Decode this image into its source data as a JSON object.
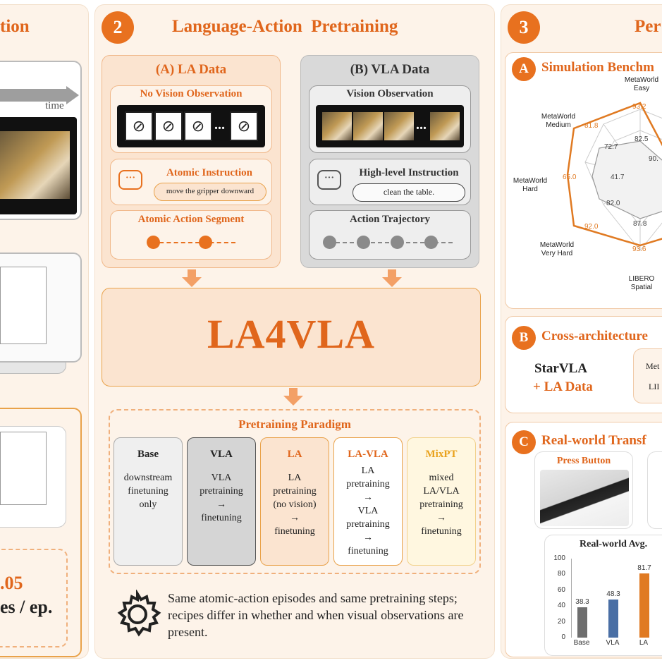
{
  "left_panel": {
    "title_tail": "tion",
    "time_label": "time",
    "stat_value": ".05",
    "stat_unit": "es / ep."
  },
  "middle_panel": {
    "number": "2",
    "title": "Language-Action  Pretraining",
    "la_data": {
      "title": "(A) LA Data",
      "no_vision": "No Vision Observation",
      "frame_more": "...",
      "atomic_instruction_title": "Atomic Instruction",
      "atomic_instruction_text": "move the gripper downward",
      "atomic_action_segment": "Atomic Action Segment"
    },
    "vla_data": {
      "title": "(B) VLA Data",
      "vision": "Vision Observation",
      "frame_more": "...",
      "high_level_title": "High-level Instruction",
      "high_level_text": "clean the table.",
      "action_trajectory": "Action Trajectory"
    },
    "model_name": "LA4VLA",
    "paradigm": {
      "title": "Pretraining Paradigm",
      "columns": [
        {
          "name": "Base",
          "l1": "downstream",
          "l2": "finetuning",
          "l3": "only",
          "l4": "",
          "l5": "",
          "l6": "",
          "l7": ""
        },
        {
          "name": "VLA",
          "l1": "VLA",
          "l2": "pretraining",
          "l3": "→",
          "l4": "finetuning",
          "l5": "",
          "l6": "",
          "l7": ""
        },
        {
          "name": "LA",
          "l1": "LA",
          "l2": "pretraining",
          "l3": "(no vision)",
          "l4": "→",
          "l5": "finetuning",
          "l6": "",
          "l7": ""
        },
        {
          "name": "LA-VLA",
          "l1": "LA",
          "l2": "pretraining",
          "l3": "→",
          "l4": "VLA",
          "l5": "pretraining",
          "l6": "→",
          "l7": "finetuning"
        },
        {
          "name": "MixPT",
          "l1": "mixed",
          "l2": "LA/VLA",
          "l3": "pretraining",
          "l4": "→",
          "l5": "finetuning",
          "l6": "",
          "l7": ""
        }
      ]
    },
    "note": "Same atomic-action episodes and same pretraining steps; recipes differ in whether and when visual observations are present."
  },
  "right_panel": {
    "number": "3",
    "title_tail": "Per",
    "sim": {
      "badge": "A",
      "title": "Simulation Benchm",
      "axes": {
        "easy": "MetaWorld\nEasy",
        "medium": "MetaWorld\nMedium",
        "hard": "MetaWorld\nHard",
        "very_hard": "MetaWorld\nVery Hard",
        "spatial": "LIBERO\nSpatial"
      },
      "outer_values": {
        "easy": "93.2",
        "medium": "81.8",
        "hard": "65.0",
        "very_hard": "92.0",
        "spatial": "93.6"
      },
      "inner_values": {
        "easy": "82.5",
        "medium": "72.7",
        "hard": "41.7",
        "very_hard": "82.0",
        "spatial": "87.8",
        "extra": "90."
      }
    },
    "cross": {
      "badge": "B",
      "title": "Cross-architecture",
      "line1": "StarVLA",
      "line2": "+ LA Data",
      "box_line1": "Met",
      "box_line2": "LII"
    },
    "real": {
      "badge": "C",
      "title": "Real-world Transf",
      "task": "Press Button",
      "chart_title": "Real-world Avg."
    }
  },
  "chart_data": {
    "type": "bar",
    "title": "Real-world Avg.",
    "categories": [
      "Base",
      "VLA",
      "LA"
    ],
    "values": [
      38.3,
      48.3,
      81.7
    ],
    "ylim": [
      0,
      100
    ],
    "yticks": [
      0,
      20,
      40,
      60,
      80,
      100
    ],
    "colors": [
      "#6e6e6e",
      "#4a6fa5",
      "#e07a22"
    ]
  },
  "colors": {
    "accent": "#e8711f",
    "panel_bg": "#fdf3e9",
    "grey_box": "#d9d9d9"
  }
}
